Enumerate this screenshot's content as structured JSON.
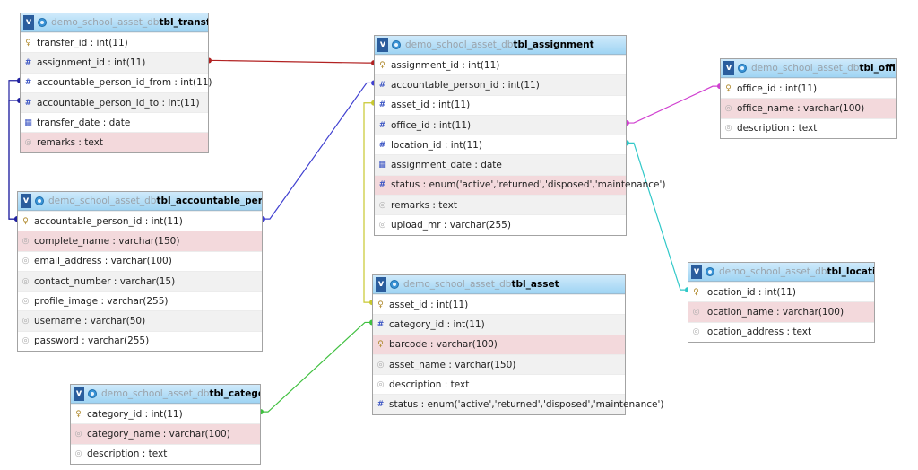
{
  "database": "demo_school_asset_db",
  "colors": {
    "header": "#9fd4f3",
    "highlight_row": "#f3d9dc",
    "alt_row": "#f1f1f1"
  },
  "tables": [
    {
      "key": "tbl_transfer",
      "name": "tbl_transfer",
      "columns": [
        {
          "text": "transfer_id : int(11)",
          "icon": "primary-key-icon"
        },
        {
          "text": "assignment_id : int(11)",
          "icon": "numeric-icon"
        },
        {
          "text": "accountable_person_id_from : int(11)",
          "icon": "numeric-icon"
        },
        {
          "text": "accountable_person_id_to : int(11)",
          "icon": "numeric-icon"
        },
        {
          "text": "transfer_date : date",
          "icon": "date-icon"
        },
        {
          "text": "remarks : text",
          "icon": "text-icon"
        }
      ]
    },
    {
      "key": "tbl_accountable_person",
      "name": "tbl_accountable_person",
      "columns": [
        {
          "text": "accountable_person_id : int(11)",
          "icon": "primary-key-icon"
        },
        {
          "text": "complete_name : varchar(150)",
          "icon": "text-icon"
        },
        {
          "text": "email_address : varchar(100)",
          "icon": "text-icon"
        },
        {
          "text": "contact_number : varchar(15)",
          "icon": "text-icon"
        },
        {
          "text": "profile_image : varchar(255)",
          "icon": "text-icon"
        },
        {
          "text": "username : varchar(50)",
          "icon": "text-icon"
        },
        {
          "text": "password : varchar(255)",
          "icon": "text-icon"
        }
      ]
    },
    {
      "key": "tbl_category",
      "name": "tbl_category",
      "columns": [
        {
          "text": "category_id : int(11)",
          "icon": "primary-key-icon"
        },
        {
          "text": "category_name : varchar(100)",
          "icon": "text-icon"
        },
        {
          "text": "description : text",
          "icon": "text-icon"
        }
      ]
    },
    {
      "key": "tbl_assignment",
      "name": "tbl_assignment",
      "columns": [
        {
          "text": "assignment_id : int(11)",
          "icon": "primary-key-icon"
        },
        {
          "text": "accountable_person_id : int(11)",
          "icon": "numeric-icon"
        },
        {
          "text": "asset_id : int(11)",
          "icon": "numeric-icon"
        },
        {
          "text": "office_id : int(11)",
          "icon": "numeric-icon"
        },
        {
          "text": "location_id : int(11)",
          "icon": "numeric-icon"
        },
        {
          "text": "assignment_date : date",
          "icon": "date-icon"
        },
        {
          "text": "status : enum('active','returned','disposed','maintenance')",
          "icon": "numeric-icon"
        },
        {
          "text": "remarks : text",
          "icon": "text-icon"
        },
        {
          "text": "upload_mr : varchar(255)",
          "icon": "text-icon"
        }
      ]
    },
    {
      "key": "tbl_asset",
      "name": "tbl_asset",
      "columns": [
        {
          "text": "asset_id : int(11)",
          "icon": "primary-key-icon"
        },
        {
          "text": "category_id : int(11)",
          "icon": "numeric-icon"
        },
        {
          "text": "barcode : varchar(100)",
          "icon": "unique-key-icon"
        },
        {
          "text": "asset_name : varchar(150)",
          "icon": "text-icon"
        },
        {
          "text": "description : text",
          "icon": "text-icon"
        },
        {
          "text": "status : enum('active','returned','disposed','maintenance')",
          "icon": "numeric-icon"
        }
      ]
    },
    {
      "key": "tbl_office",
      "name": "tbl_office",
      "columns": [
        {
          "text": "office_id : int(11)",
          "icon": "primary-key-icon"
        },
        {
          "text": "office_name : varchar(100)",
          "icon": "text-icon"
        },
        {
          "text": "description : text",
          "icon": "text-icon"
        }
      ]
    },
    {
      "key": "tbl_location",
      "name": "tbl_location",
      "columns": [
        {
          "text": "location_id : int(11)",
          "icon": "primary-key-icon"
        },
        {
          "text": "location_name : varchar(100)",
          "icon": "text-icon"
        },
        {
          "text": "location_address : text",
          "icon": "text-icon"
        }
      ]
    }
  ],
  "relations": [
    {
      "from": "tbl_transfer.assignment_id",
      "to": "tbl_assignment.assignment_id",
      "color": "#b22222"
    },
    {
      "from": "tbl_transfer.accountable_person_id_from",
      "to": "tbl_accountable_person.accountable_person_id",
      "color": "#2020a0"
    },
    {
      "from": "tbl_transfer.accountable_person_id_to",
      "to": "tbl_accountable_person.accountable_person_id",
      "color": "#2020a0"
    },
    {
      "from": "tbl_assignment.accountable_person_id",
      "to": "tbl_accountable_person.accountable_person_id",
      "color": "#4040d0"
    },
    {
      "from": "tbl_assignment.asset_id",
      "to": "tbl_asset.asset_id",
      "color": "#c8c830"
    },
    {
      "from": "tbl_assignment.office_id",
      "to": "tbl_office.office_id",
      "color": "#d040d0"
    },
    {
      "from": "tbl_assignment.location_id",
      "to": "tbl_location.location_id",
      "color": "#30c8c8"
    },
    {
      "from": "tbl_asset.category_id",
      "to": "tbl_category.category_id",
      "color": "#40c040"
    }
  ]
}
